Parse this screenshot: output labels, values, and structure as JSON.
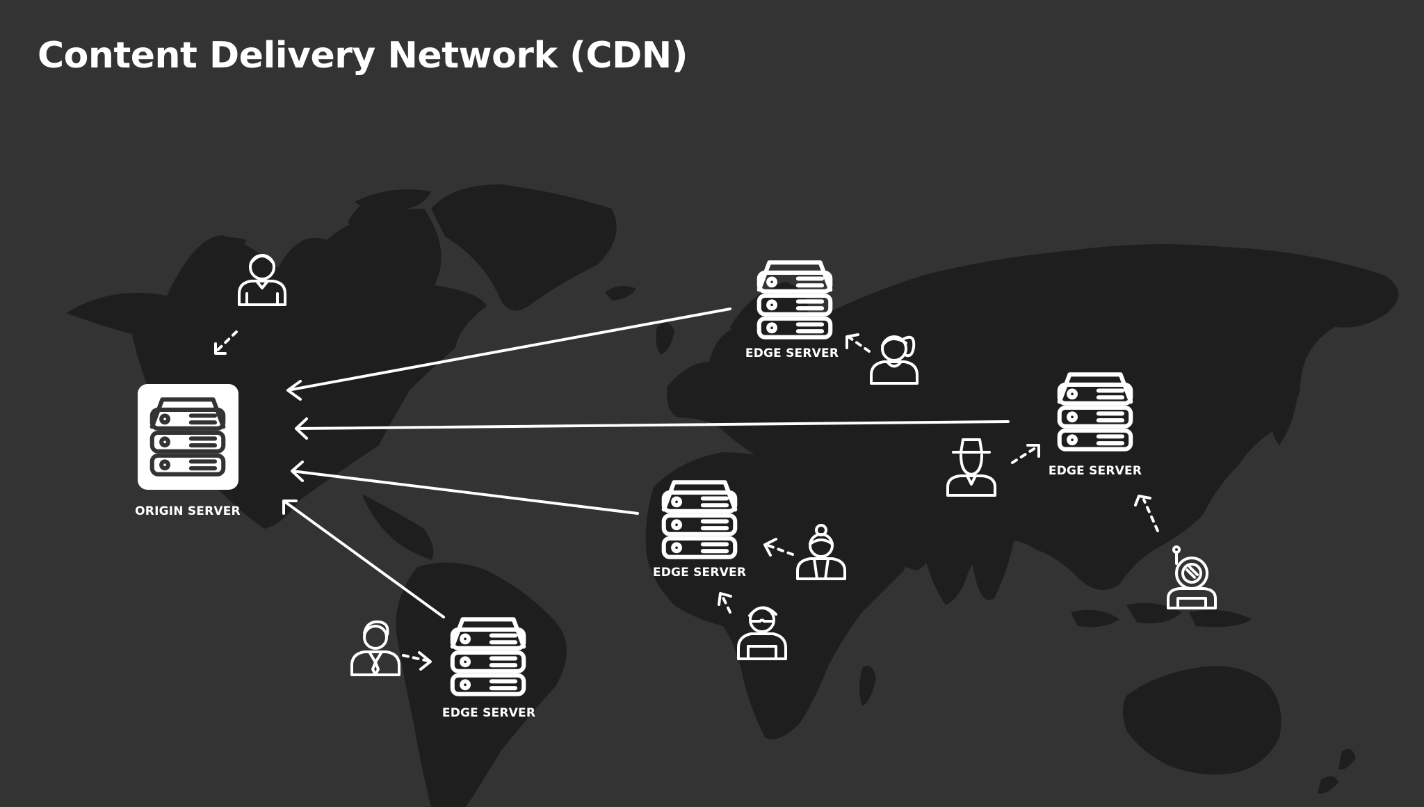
{
  "title": "Content Delivery Network (CDN)",
  "colors": {
    "background": "#333333",
    "map": "#1e1e1e",
    "foreground": "#ffffff"
  },
  "origin": {
    "label": "ORIGIN SERVER",
    "icon": "server-rack-icon"
  },
  "edge_servers": [
    {
      "label": "EDGE SERVER",
      "icon": "server-rack-icon"
    },
    {
      "label": "EDGE SERVER",
      "icon": "server-rack-icon"
    },
    {
      "label": "EDGE SERVER",
      "icon": "server-rack-icon"
    },
    {
      "label": "EDGE SERVER",
      "icon": "server-rack-icon"
    }
  ],
  "users": [
    {
      "icon": "user-icon"
    },
    {
      "icon": "woman-ponytail-user-icon"
    },
    {
      "icon": "man-hat-user-icon"
    },
    {
      "icon": "woman-bun-user-icon"
    },
    {
      "icon": "man-glasses-user-icon"
    },
    {
      "icon": "man-suit-user-icon"
    },
    {
      "icon": "astronaut-user-icon"
    }
  ]
}
